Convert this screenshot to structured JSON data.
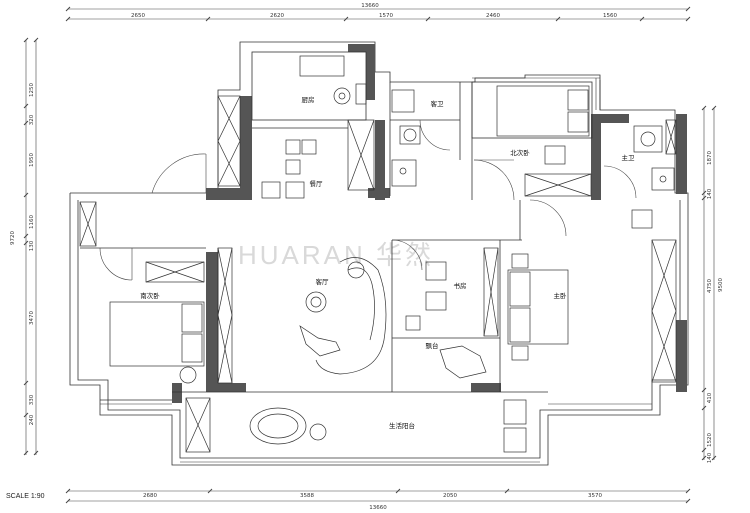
{
  "dimensions": {
    "top_total": "13660",
    "top": [
      "2650",
      "2620",
      "1570",
      "2460",
      "1560"
    ],
    "bottom_total": "13660",
    "bottom": [
      "2680",
      "3588",
      "2050",
      "3570"
    ],
    "left_total": "9720",
    "left": [
      "1250",
      "320",
      "1950",
      "1160",
      "130",
      "3470",
      "330",
      "240"
    ],
    "right_total": "9500",
    "right": [
      "1870",
      "140",
      "4750",
      "410",
      "1520",
      "140"
    ]
  },
  "rooms": {
    "kitchen": "厨房",
    "guest_bath": "客卫",
    "north_bedroom": "北次卧",
    "master_bath": "主卫",
    "dining": "餐厅",
    "living": "客厅",
    "study": "书房",
    "master_bedroom": "主卧",
    "south_bedroom": "南次卧",
    "bay_window": "飘台",
    "balcony": "生活阳台"
  },
  "watermark": "HUARAN 华然",
  "scale_label": "SCALE 1:90",
  "colors": {
    "wall": "#555555",
    "line": "#333333"
  }
}
